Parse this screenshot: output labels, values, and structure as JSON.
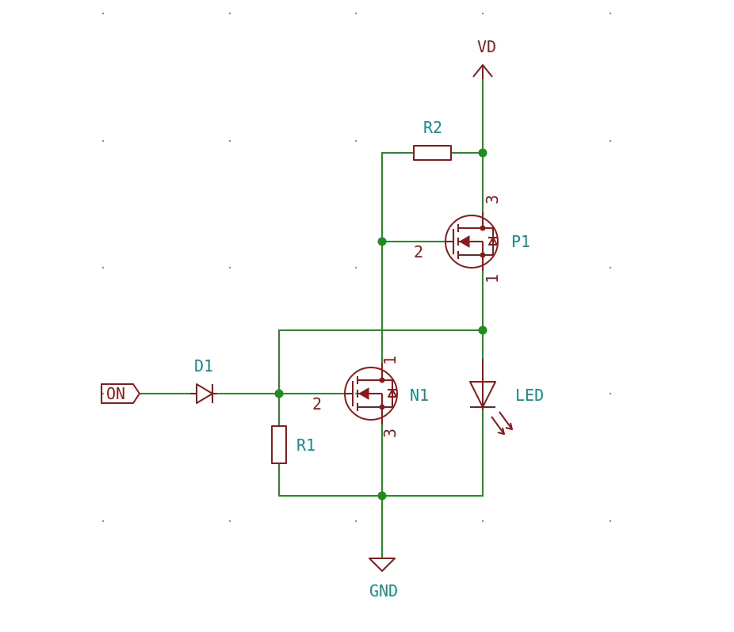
{
  "colors": {
    "wire": "#2a8a2a",
    "junction": "#1e8c1e",
    "symbol": "#8c1a1a",
    "reference_text": "#148c8c",
    "grid": "#8a8a8a",
    "background": "#ffffff"
  },
  "power": {
    "supply": "VD",
    "ground": "GND"
  },
  "input_label": "ON",
  "components": {
    "r1": "R1",
    "r2": "R2",
    "d1": "D1",
    "n1": "N1",
    "p1": "P1",
    "led": "LED"
  },
  "pins": {
    "p1_pin3": "3",
    "p1_pin2": "2",
    "p1_pin1": "1",
    "n1_pin1": "1",
    "n1_pin2": "2",
    "n1_pin3": "3"
  }
}
